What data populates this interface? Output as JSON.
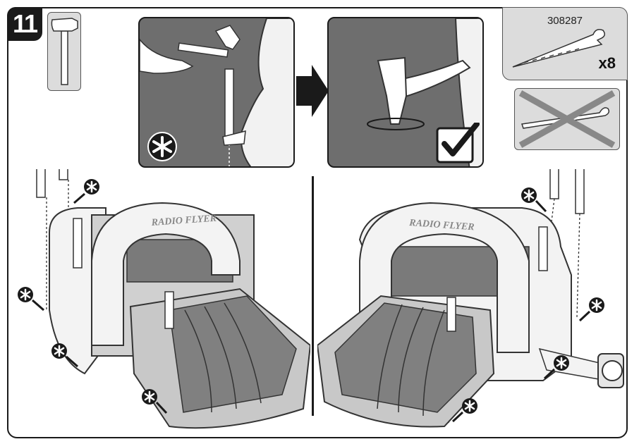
{
  "step": {
    "number": "11"
  },
  "parts": {
    "part_number": "308287",
    "quantity": "x8"
  },
  "branding": {
    "logo_text": "RADIO FLYER"
  },
  "icons": {
    "tool": "hammer-icon",
    "note": "asterisk-icon",
    "correct": "checkmark-icon",
    "incorrect": "cross-out-icon"
  }
}
